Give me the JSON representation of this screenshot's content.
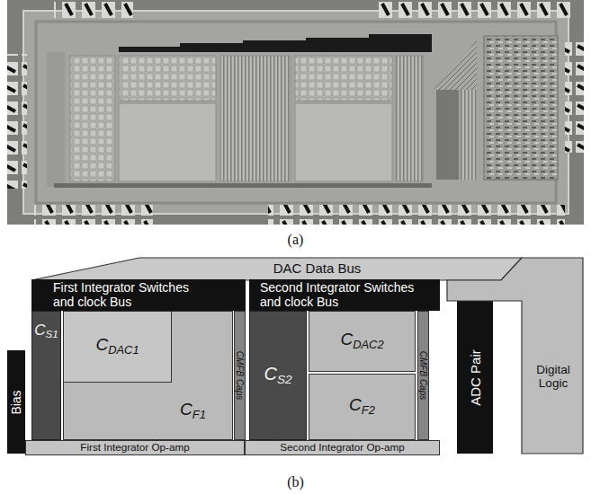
{
  "diagram": {
    "nodes": [
      {
        "text": [
          "DAC Data Bus"
        ]
      },
      {
        "text": [
          "First Integrator Switches and clock Bus"
        ]
      },
      {
        "text": [
          "Second Integrator Switches and clock Bus"
        ]
      },
      {
        "text": [
          "Bias"
        ]
      },
      {
        "text": [
          "CS1"
        ]
      },
      {
        "text": [
          "CF1"
        ]
      },
      {
        "text": [
          "CDAC1"
        ],
        "in": 5
      },
      {
        "text": [
          "CMFB Caps"
        ]
      },
      {
        "text": [
          "CS2"
        ]
      },
      {
        "text": [
          "CDAC2"
        ]
      },
      {
        "text": [
          "CF2"
        ]
      },
      {
        "text": [
          "CMFB Caps"
        ]
      },
      {
        "text": [
          "ADC Pair"
        ]
      },
      {
        "text": [
          "Digital Logic"
        ]
      },
      {
        "text": [
          "First Integrator Op-amp"
        ]
      },
      {
        "text": [
          "Second Integrator Op-amp"
        ]
      }
    ],
    "labels": [
      "(a)",
      "(b)"
    ]
  }
}
